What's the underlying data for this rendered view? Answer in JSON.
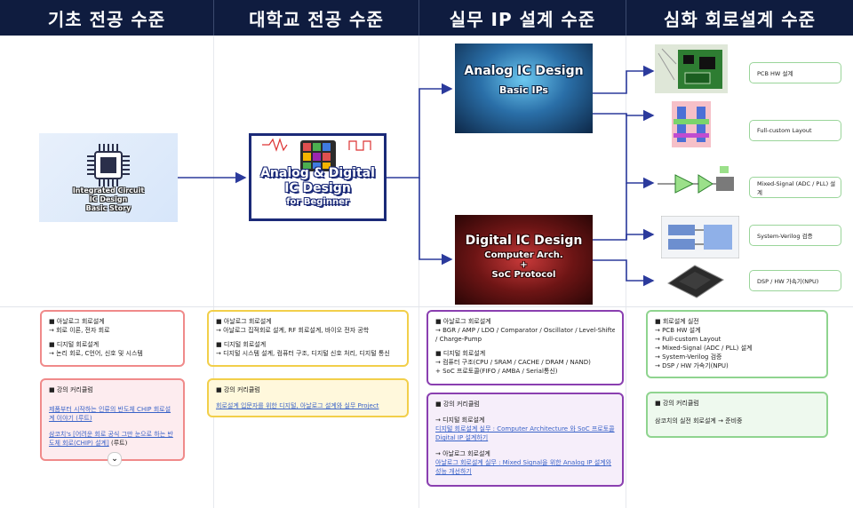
{
  "headers": [
    "기초 전공 수준",
    "대학교 전공 수준",
    "실무 IP 설계 수준",
    "심화 회로설계 수준"
  ],
  "tiles": {
    "ic": {
      "l1": "Integrated Circuit",
      "l2": "IC Design",
      "l3": "Basic Story"
    },
    "ad": {
      "l1": "Analog & Digital",
      "l2": "IC Design",
      "l3": "for Beginner"
    },
    "analog": {
      "l1": "Analog IC Design",
      "l2": "Basic  IPs"
    },
    "digital": {
      "l1": "Digital IC Design",
      "l2": "Computer Arch.",
      "l3": "+",
      "l4": "SoC Protocol"
    }
  },
  "tags": [
    "PCB HW 설계",
    "Full-custom Layout",
    "Mixed-Signal (ADC / PLL) 설계",
    "System-Verilog 검증",
    "DSP / HW 가속기(NPU)"
  ],
  "cards": {
    "c1a": [
      "■ 아날로그 회로설계",
      "→ 회로 이론, 전자 회로",
      "",
      "■ 디지털 회로설계",
      "→ 논리 회로, C언어, 신호 및 시스템"
    ],
    "c1b": {
      "title": "■ 강의 커리큘럼",
      "link1": "제품부터 시작하는 인류의 반도체 CHIP 회로설계 이야기 (루트)",
      "link2a": "삼코치's [어려운 회로 공식 그만 눈으로 하는 반도체 회로(CHIP) 설계]",
      "link2b": " (루트)"
    },
    "c2a": [
      "■ 아날로그 회로설계",
      "→ 아날로그 집적회로 설계, RF 회로설계, 바이오 전자 공학",
      "",
      "■ 디지털 회로설계",
      "→ 디지털 시스템 설계, 컴퓨터 구조, 디지털 신호 처리, 디지털 통신"
    ],
    "c2b": {
      "title": "■ 강의 커리큘럼",
      "link": "회로설계 입문자를 위한 디지털, 아날로그 설계와 실무 Project"
    },
    "c3a": [
      "■ 아날로그 회로설계",
      "→ BGR / AMP / LDO / Comparator / Oscillator / Level-Shifter",
      "/ Charge-Pump",
      "",
      "■ 디지털 회로설계",
      "→ 컴퓨터 구조(CPU / SRAM / CACHE / DRAM / NAND)",
      "+ SoC 프로토콜(FIFO / AMBA / Serial통신)"
    ],
    "c3b": {
      "title": "■ 강의 커리큘럼",
      "d_head": "→ 디지털 회로설계",
      "d_link": "디지털 회로설계 실무 : Computer Architecture 와 SoC 프로토콜 Digital IP 설계하기",
      "a_head": "→ 아날로그 회로설계",
      "a_link": "아날로그 회로설계 실무 : Mixed Signal을 위한 Analog IP 설계와 성능 개선하기"
    },
    "c4a": [
      "■ 회로설계 실전",
      "→ PCB HW 설계",
      "→ Full-custom Layout",
      "→ Mixed-Signal (ADC / PLL) 설계",
      "→ System-Verilog 검증",
      "→ DSP / HW 가속기(NPU)"
    ],
    "c4b": {
      "title": "■ 강의 커리큘럼",
      "text": "삼코치의 실전 회로설계 → 준비중"
    }
  },
  "colors": {
    "header_bg": "#0f1c3f",
    "arrow": "#2b3a9c",
    "red": "#f08a8a",
    "yellow": "#f2cf4a",
    "purple": "#8a3fb0",
    "green": "#8fd48f"
  },
  "icons": [
    "chip-icon",
    "expand-chevron-icon",
    "pcb-image",
    "layout-image",
    "mixed-signal-schematic-image",
    "verilog-image",
    "npu-chip-image"
  ]
}
